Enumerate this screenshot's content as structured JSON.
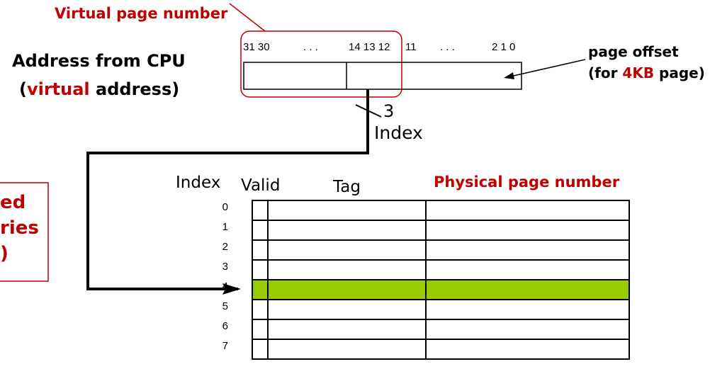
{
  "vpn_label": "Virtual page number",
  "address_title": "Address from CPU",
  "address_subtitle": {
    "open": "(",
    "virtual": "virtual",
    "rest": " address)"
  },
  "bit_labels": {
    "b31_30": "31 30",
    "dots1": ". . .",
    "b14_12": "14 13 12",
    "b11": "11",
    "dots2": ". . .",
    "b2_0": "2  1  0"
  },
  "page_offset": {
    "line1": "page offset",
    "line2_open": "(for ",
    "size": "4KB",
    "line2_close": " page)"
  },
  "index_bits": "3",
  "index_word": "Index",
  "table_headers": {
    "index": "Index",
    "valid": "Valid",
    "tag": "Tag",
    "ppn": "Physical page number"
  },
  "row_indices": [
    "0",
    "1",
    "2",
    "3",
    "4",
    "5",
    "6",
    "7"
  ],
  "highlight_row": 4,
  "left_box_lines": [
    "ed",
    "ries",
    ")"
  ],
  "colors": {
    "accent_red": "#c00000",
    "highlight": "#99cc00"
  }
}
